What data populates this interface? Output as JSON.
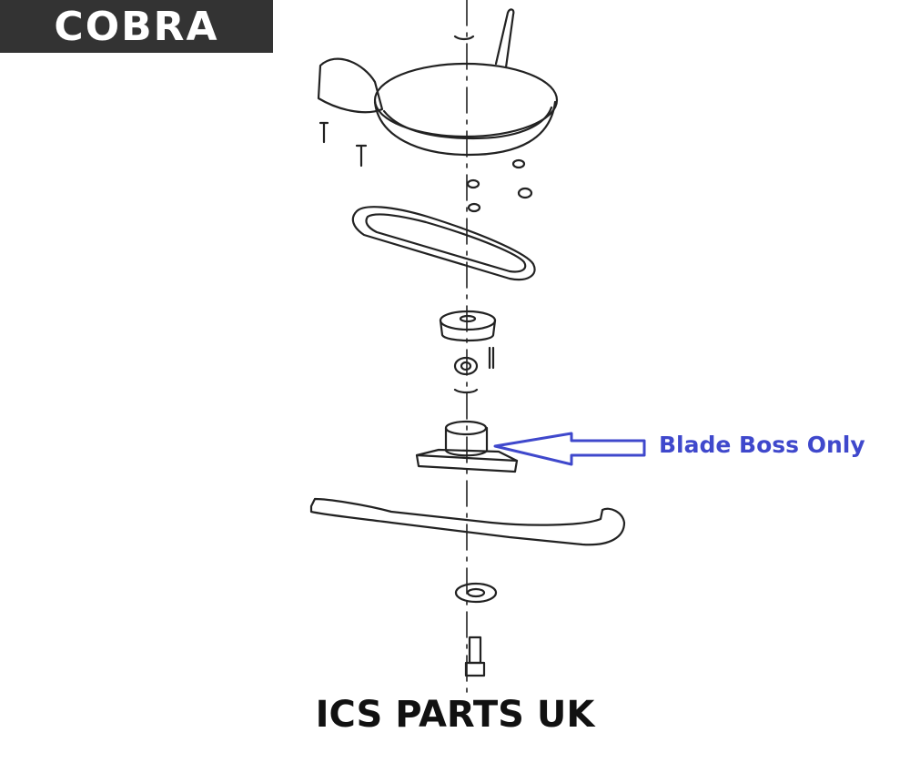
{
  "brand": {
    "logo_text": "COBRA"
  },
  "callout": {
    "label": "Blade Boss Only",
    "color": "#3f48cc"
  },
  "footer": {
    "text": "ICS PARTS UK"
  },
  "parts": [
    "blade-housing-icon",
    "drive-belt-icon",
    "pulley-icon",
    "key-pin-icon",
    "blade-boss-icon",
    "mower-blade-icon",
    "washer-icon",
    "blade-bolt-icon"
  ]
}
